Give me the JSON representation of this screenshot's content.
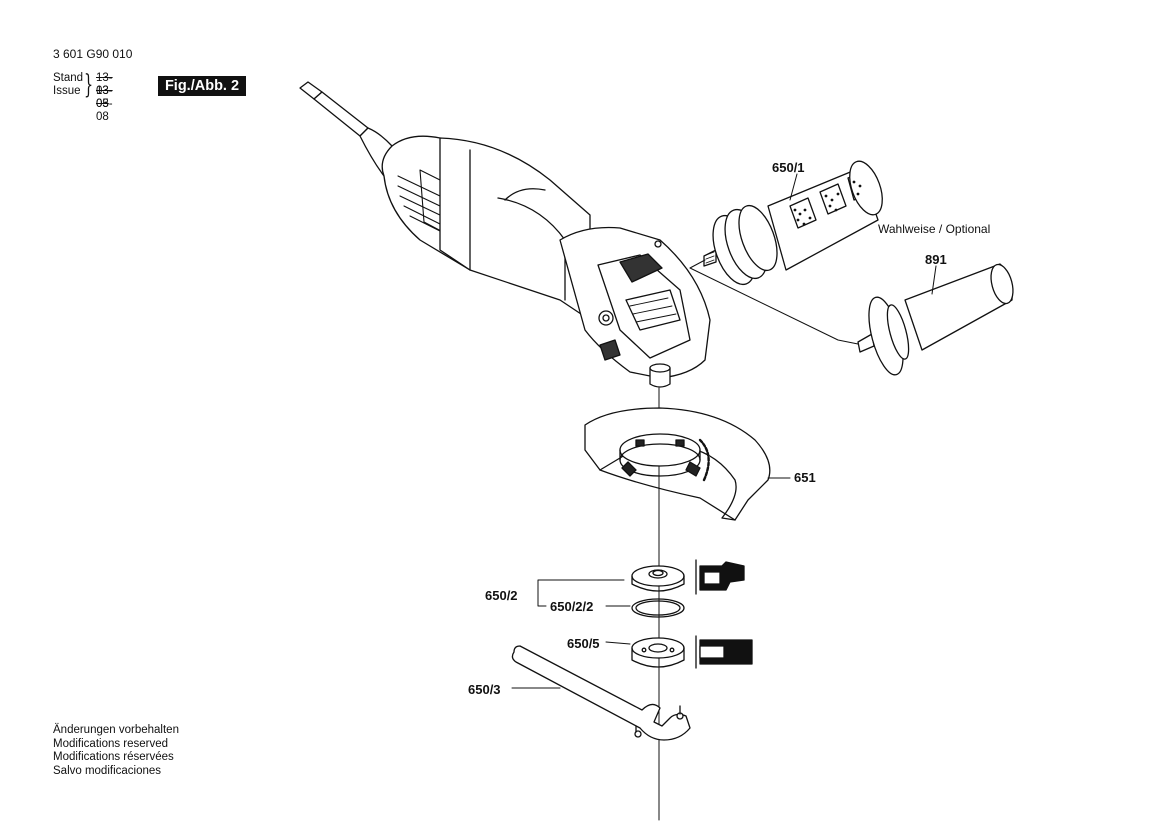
{
  "document": {
    "part_number": "3 601 G90 010",
    "stand_label": "Stand",
    "issue_label": "Issue",
    "stand_date": "13-03-05",
    "issue_date": "13-03-08",
    "figure_label": "Fig./Abb. 2"
  },
  "callouts": {
    "c650_1": "650/1",
    "optional": "Wahlweise / Optional",
    "c891": "891",
    "c651": "651",
    "c650_2": "650/2",
    "c650_2_2": "650/2/2",
    "c650_5": "650/5",
    "c650_3": "650/3"
  },
  "footer": {
    "line1": "Änderungen vorbehalten",
    "line2": "Modifications reserved",
    "line3": "Modifications réservées",
    "line4": "Salvo modificaciones"
  }
}
